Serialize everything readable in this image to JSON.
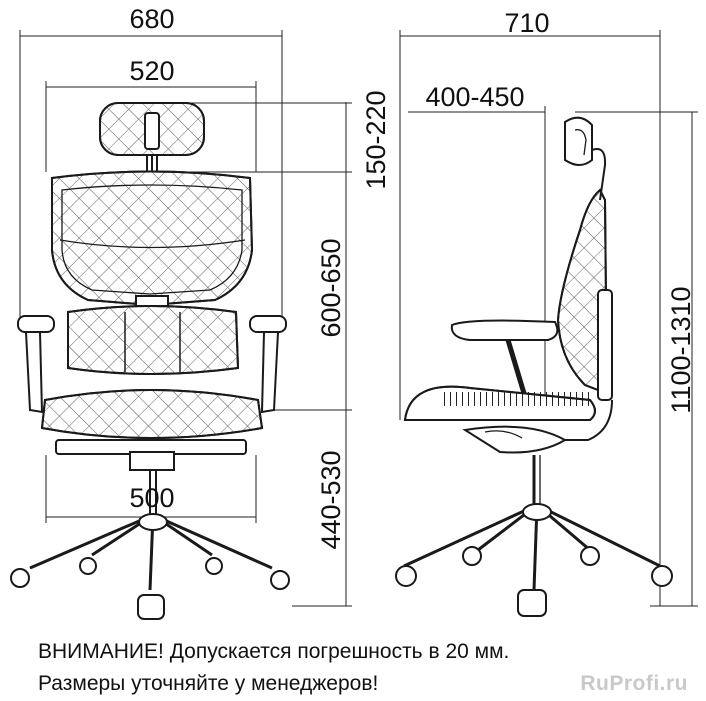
{
  "dimensions": {
    "front_overall_width": "680",
    "front_back_width": "520",
    "front_base_width": "500",
    "headrest_adjust": "150-220",
    "back_height": "600-650",
    "seat_height": "440-530",
    "side_depth": "710",
    "seat_depth": "400-450",
    "total_height": "1100-1310"
  },
  "notice": {
    "line1": "ВНИМАНИЕ! Допускается погрешность в 20 мм.",
    "line2": "Размеры уточняйте у менеджеров!"
  },
  "watermark": "RuProfi.ru",
  "colors": {
    "line": "#1a1a1a",
    "mesh": "#555555",
    "watermark": "#c9c9c9"
  }
}
